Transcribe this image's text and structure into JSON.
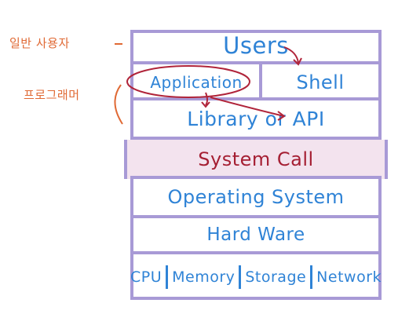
{
  "annotations": {
    "general_user": "일반 사용자",
    "programmer": "프로그래머"
  },
  "layers": {
    "users": "Users",
    "application": "Application",
    "shell": "Shell",
    "library_api": "Library or API",
    "system_call": "System Call",
    "operating_system": "Operating System",
    "hardware": "Hard Ware",
    "hardware_parts": [
      "CPU",
      "Memory",
      "Storage",
      "Network"
    ]
  },
  "colors": {
    "border": "#a89ad6",
    "text_blue": "#2f83d6",
    "text_red": "#a51f33",
    "annotation_orange": "#e06a35",
    "highlight_pink": "#f3e3ee"
  }
}
